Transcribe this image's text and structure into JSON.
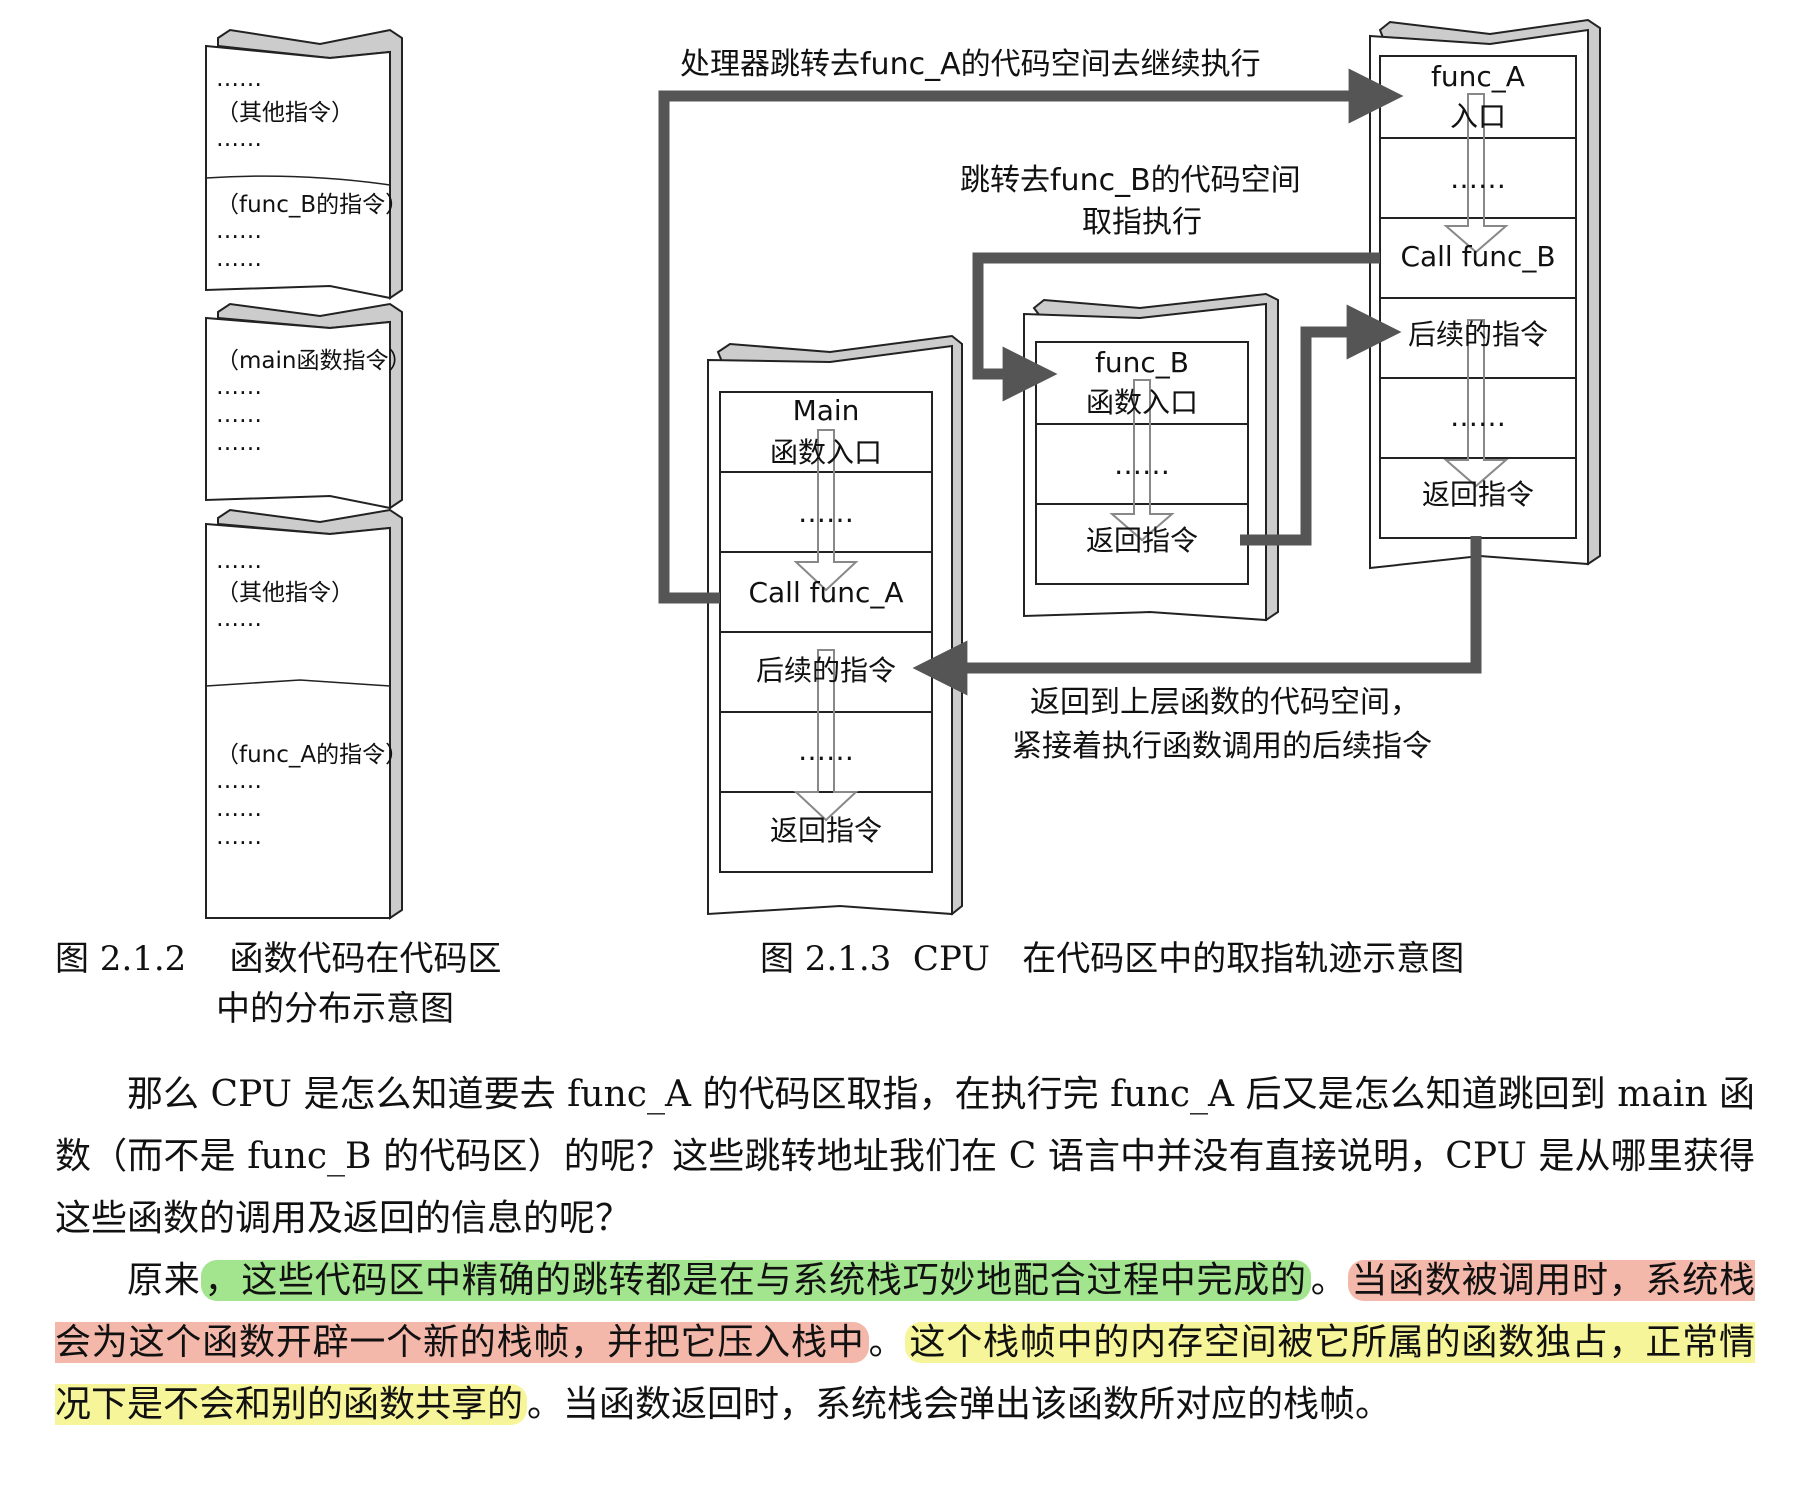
{
  "left_figure": {
    "blocks": [
      {
        "lines": [
          "……",
          "（其他指令）",
          "……"
        ]
      },
      {
        "lines": [
          "（func_B的指令）",
          "……",
          "……"
        ]
      },
      {
        "lines": [
          "（main函数指令）",
          "……",
          "……",
          "……"
        ]
      },
      {
        "lines": [
          "……",
          "（其他指令）",
          "……"
        ]
      },
      {
        "lines": [
          "（func_A的指令）",
          "……",
          "……",
          "……"
        ]
      }
    ],
    "caption_line1": "图 2.1.2    函数代码在代码区",
    "caption_line2": "中的分布示意图"
  },
  "right_figure": {
    "main_cells": [
      "Main",
      "函数入口",
      "……",
      "Call func_A",
      "后续的指令",
      "……",
      "返回指令"
    ],
    "funcb_cells": [
      "func_B",
      "函数入口",
      "……",
      "返回指令"
    ],
    "funca_cells": [
      "func_A",
      "入口",
      "……",
      "Call func_B",
      "后续的指令",
      "……",
      "返回指令"
    ],
    "label_top": "处理器跳转去func_A的代码空间去继续执行",
    "label_mid_1": "跳转去func_B的代码空间",
    "label_mid_2": "取指执行",
    "label_return_1": "返回到上层函数的代码空间，",
    "label_return_2": "紧接着执行函数调用的后续指令",
    "caption": "图 2.1.3  CPU   在代码区中的取指轨迹示意图"
  },
  "body": {
    "p1": "那么 CPU 是怎么知道要去 func_A 的代码区取指，在执行完 func_A 后又是怎么知道跳回到 main 函数（而不是 func_B 的代码区）的呢？这些跳转地址我们在 C 语言中并没有直接说明，CPU 是从哪里获得这些函数的调用及返回的信息的呢？",
    "p2_a": "原来",
    "p2_b": "，这些代码区中精确的跳转都是在与系统栈巧妙地配合过程中完成的",
    "p2_c": "。",
    "p2_d": "当函数被调用时，系统栈会为这个函数开辟一个新的栈帧，并把它压入栈中",
    "p2_e": "。",
    "p2_f": "这个栈帧中的内存空间被它所属的函数独占，正常情况下是不会和别的函数共享的",
    "p2_g": "。当函数返回时，系统栈会弹出该函数所对应的栈帧。"
  },
  "colors": {
    "highlight_green": "#a3e58f",
    "highlight_red": "#f4b8aa",
    "highlight_yellow": "#f7f59a",
    "arrow": "#555555"
  }
}
